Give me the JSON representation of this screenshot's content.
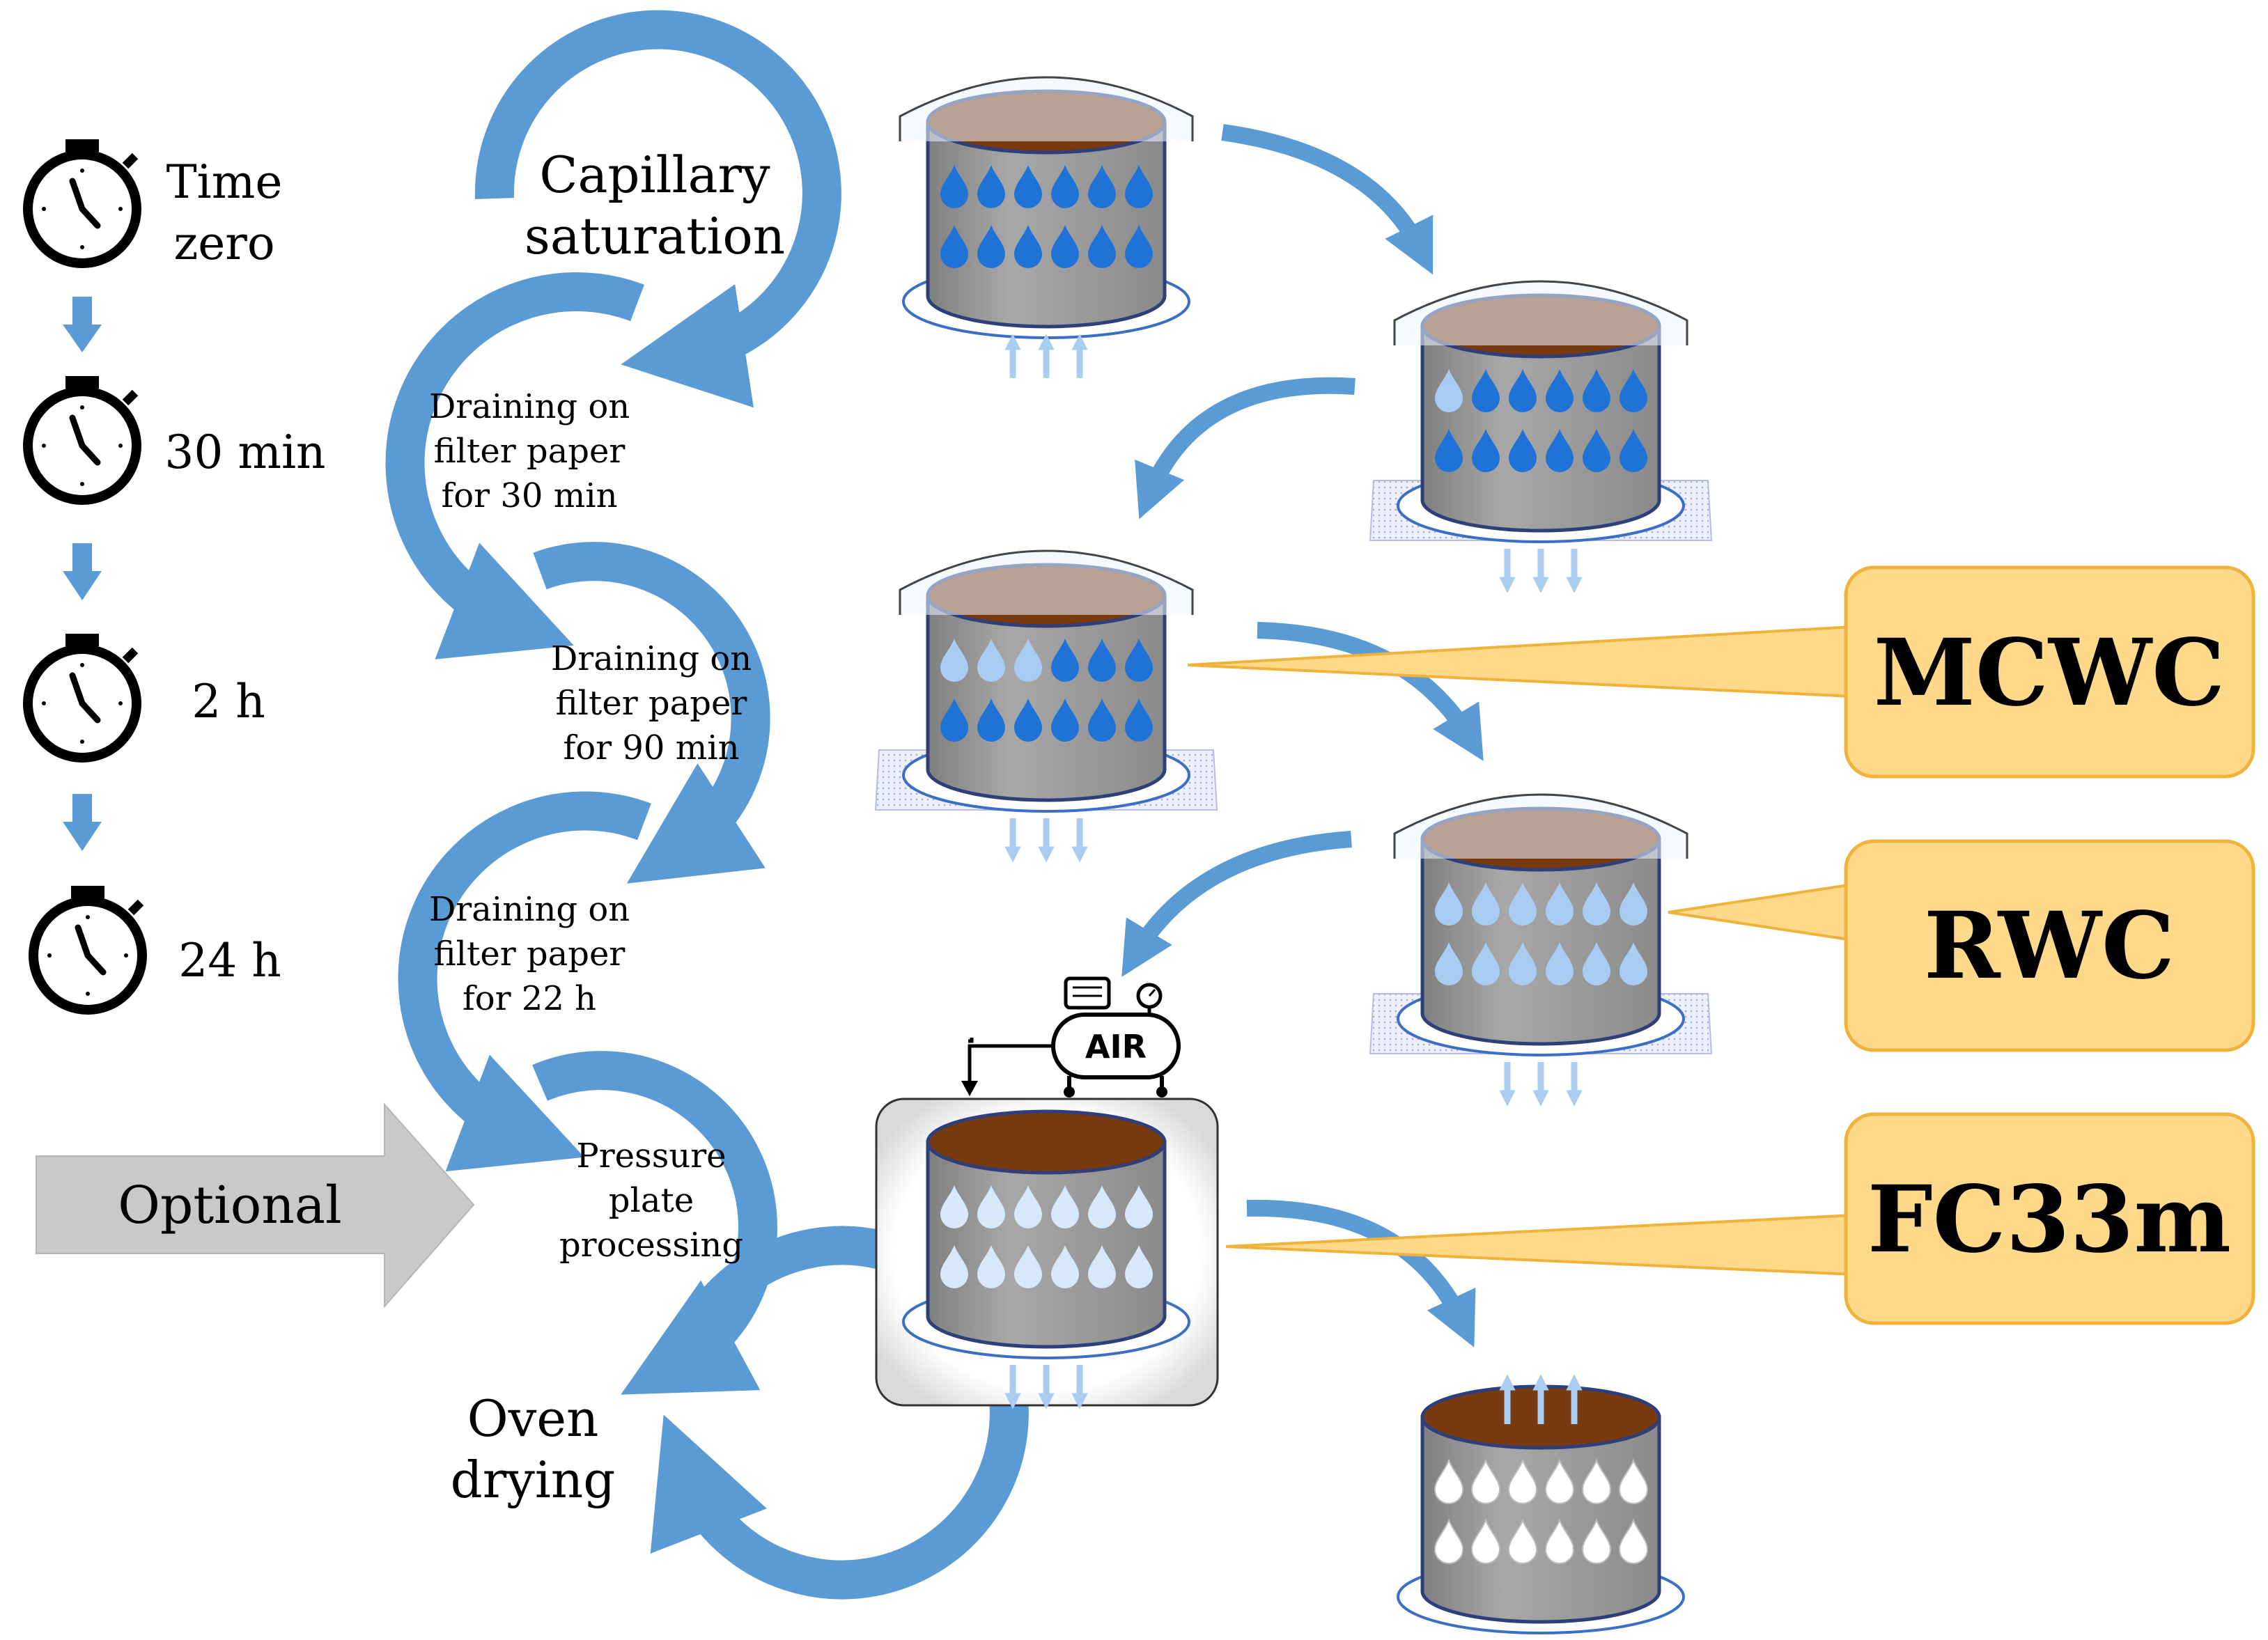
{
  "colors": {
    "flow_blue": "#5b9bd5",
    "soil_brown": "#7a3a10",
    "cylinder_gray": "#9a9a9a",
    "water_dark": "#1f73d6",
    "water_light": "#a9cdf2",
    "water_white": "#ffffff",
    "callout_fill": "#ffd98a",
    "callout_stroke": "#f0b23a",
    "optional_arrow": "#c8c8c8"
  },
  "timeline": [
    {
      "label_line1": "Time",
      "label_line2": "zero",
      "icon": "stopwatch-icon"
    },
    {
      "label_line1": "30 min",
      "label_line2": "",
      "icon": "stopwatch-icon"
    },
    {
      "label_line1": "2 h",
      "label_line2": "",
      "icon": "stopwatch-icon"
    },
    {
      "label_line1": "24 h",
      "label_line2": "",
      "icon": "stopwatch-icon"
    }
  ],
  "steps": [
    {
      "lines": [
        "Capillary",
        "saturation"
      ]
    },
    {
      "lines": [
        "Draining on",
        "filter paper",
        "for 30 min"
      ]
    },
    {
      "lines": [
        "Draining on",
        "filter paper",
        "for 90 min"
      ]
    },
    {
      "lines": [
        "Draining on",
        "filter paper",
        "for 22 h"
      ]
    },
    {
      "lines": [
        "Pressure",
        "plate",
        "processing"
      ]
    },
    {
      "lines": [
        "Oven",
        "drying"
      ]
    }
  ],
  "optional_label": "Optional",
  "compressor_label": "AIR",
  "callouts": [
    {
      "label": "MCWC"
    },
    {
      "label": "RWC"
    },
    {
      "label": "FC33m"
    }
  ],
  "samples": [
    {
      "state": "saturated",
      "lid": true,
      "base": "ring",
      "flow": "up",
      "drops_row1": [
        "dark",
        "dark",
        "dark",
        "dark",
        "dark",
        "dark"
      ],
      "drops_row2": [
        "dark",
        "dark",
        "dark",
        "dark",
        "dark",
        "dark"
      ]
    },
    {
      "state": "draining-30min",
      "lid": true,
      "base": "filter",
      "flow": "down",
      "drops_row1": [
        "light",
        "dark",
        "dark",
        "dark",
        "dark",
        "dark"
      ],
      "drops_row2": [
        "dark",
        "dark",
        "dark",
        "dark",
        "dark",
        "dark"
      ]
    },
    {
      "state": "draining-2h",
      "lid": true,
      "base": "filter",
      "flow": "down",
      "drops_row1": [
        "light",
        "light",
        "light",
        "dark",
        "dark",
        "dark"
      ],
      "drops_row2": [
        "dark",
        "dark",
        "dark",
        "dark",
        "dark",
        "dark"
      ]
    },
    {
      "state": "draining-24h",
      "lid": true,
      "base": "filter",
      "flow": "down",
      "drops_row1": [
        "light",
        "light",
        "light",
        "light",
        "light",
        "light"
      ],
      "drops_row2": [
        "light",
        "light",
        "light",
        "light",
        "light",
        "light"
      ]
    },
    {
      "state": "pressure-plate",
      "lid": false,
      "base": "ring",
      "flow": "down",
      "drops_row1": [
        "pale",
        "pale",
        "pale",
        "pale",
        "pale",
        "pale"
      ],
      "drops_row2": [
        "pale",
        "pale",
        "pale",
        "pale",
        "pale",
        "pale"
      ]
    },
    {
      "state": "oven-dried",
      "lid": false,
      "base": "ring",
      "flow": "up",
      "drops_row1": [
        "white",
        "white",
        "white",
        "white",
        "white",
        "white"
      ],
      "drops_row2": [
        "white",
        "white",
        "white",
        "white",
        "white",
        "white"
      ]
    }
  ]
}
